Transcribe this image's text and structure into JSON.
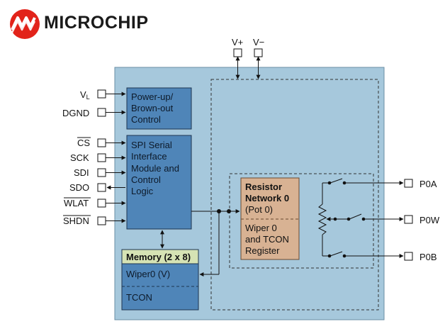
{
  "brand": {
    "name": "MICROCHIP"
  },
  "supply_pins": {
    "vplus": "V+",
    "vminus": "V−"
  },
  "left_pins": [
    {
      "id": "vl",
      "label": "V",
      "sub": "L"
    },
    {
      "id": "dgnd",
      "label": "DGND"
    },
    {
      "id": "cs",
      "label": "CS",
      "overline": true
    },
    {
      "id": "sck",
      "label": "SCK"
    },
    {
      "id": "sdi",
      "label": "SDI"
    },
    {
      "id": "sdo",
      "label": "SDO"
    },
    {
      "id": "wlat",
      "label": "WLAT",
      "overline": true
    },
    {
      "id": "shdn",
      "label": "SHDN",
      "overline": true
    }
  ],
  "blocks": {
    "power": {
      "lines": [
        "Power-up/",
        "Brown-out",
        "Control"
      ]
    },
    "spi": {
      "lines": [
        "SPI Serial",
        "Interface",
        "Module and",
        "Control",
        "Logic"
      ]
    },
    "memory": {
      "title": "Memory (2 x 8)",
      "row1": "Wiper0 (V)",
      "row2": "TCON"
    },
    "resistor": {
      "title_lines": [
        "Resistor",
        "Network 0"
      ],
      "subtitle": "(Pot 0)",
      "lines": [
        "Wiper 0",
        "and TCON",
        "Register"
      ]
    }
  },
  "right_pins": [
    {
      "id": "p0a",
      "label": "P0A"
    },
    {
      "id": "p0w",
      "label": "P0W"
    },
    {
      "id": "p0b",
      "label": "P0B"
    }
  ],
  "colors": {
    "chip": "#a6c8dc",
    "block": "#4f85b8",
    "memory_header": "#d6e3b4",
    "resistor": "#d8b293",
    "logo_red": "#e2231a"
  }
}
